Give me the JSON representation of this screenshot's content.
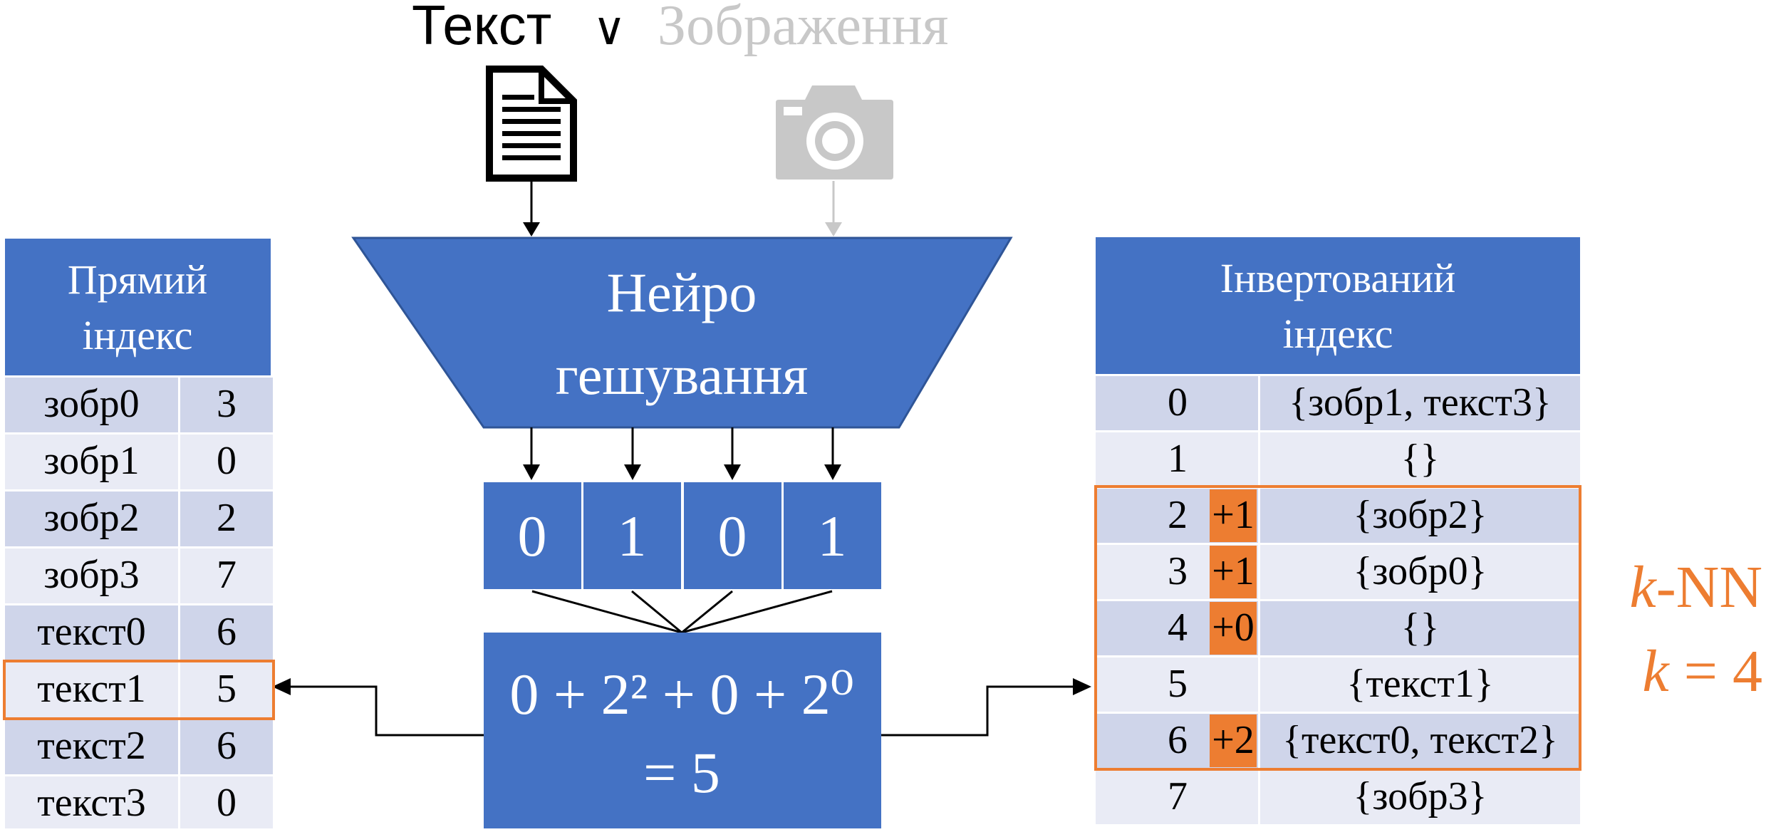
{
  "header": {
    "text_label": "Текст",
    "or_symbol": "∨",
    "image_label": "Зображення",
    "text_color": "#000000",
    "image_color": "#c8c8c8"
  },
  "icons": {
    "document": "document-icon",
    "camera": "camera-icon"
  },
  "hasher": {
    "line1": "Нейро",
    "line2": "гешування"
  },
  "hash_bits": [
    "0",
    "1",
    "0",
    "1"
  ],
  "decimal": {
    "line1": "0 + 2² + 0 + 2⁰",
    "line2": "= 5"
  },
  "forward_index": {
    "title_line1": "Прямий",
    "title_line2": "індекс",
    "highlight_row": 5,
    "rows": [
      {
        "item": "зобр0",
        "code": "3"
      },
      {
        "item": "зобр1",
        "code": "0"
      },
      {
        "item": "зобр2",
        "code": "2"
      },
      {
        "item": "зобр3",
        "code": "7"
      },
      {
        "item": "текст0",
        "code": "6"
      },
      {
        "item": "текст1",
        "code": "5"
      },
      {
        "item": "текст2",
        "code": "6"
      },
      {
        "item": "текст3",
        "code": "0"
      }
    ]
  },
  "inverted_index": {
    "title_line1": "Інвертований",
    "title_line2": "індекс",
    "rows": [
      {
        "code": "0",
        "added": "",
        "items": "{зобр1, текст3}"
      },
      {
        "code": "1",
        "added": "",
        "items": "{}"
      },
      {
        "code": "2",
        "added": "+1",
        "items": "{зобр2}"
      },
      {
        "code": "3",
        "added": "+1",
        "items": "{зобр0}"
      },
      {
        "code": "4",
        "added": "+0",
        "items": "{}"
      },
      {
        "code": "5",
        "added": "",
        "items": "{текст1}"
      },
      {
        "code": "6",
        "added": "+2",
        "items": "{текст0, текст2}"
      },
      {
        "code": "7",
        "added": "",
        "items": "{зобр3}"
      }
    ],
    "highlight_range": [
      2,
      6
    ]
  },
  "knn": {
    "k_letter": "k",
    "suffix": "-NN",
    "eq": " = 4"
  },
  "colors": {
    "blue": "#4472c4",
    "row_dark": "#cfd5ea",
    "row_light": "#e9ebf5",
    "orange": "#ed7d31",
    "orange_cell": "#ed7d31",
    "icon_gray": "#c8c8c8"
  }
}
